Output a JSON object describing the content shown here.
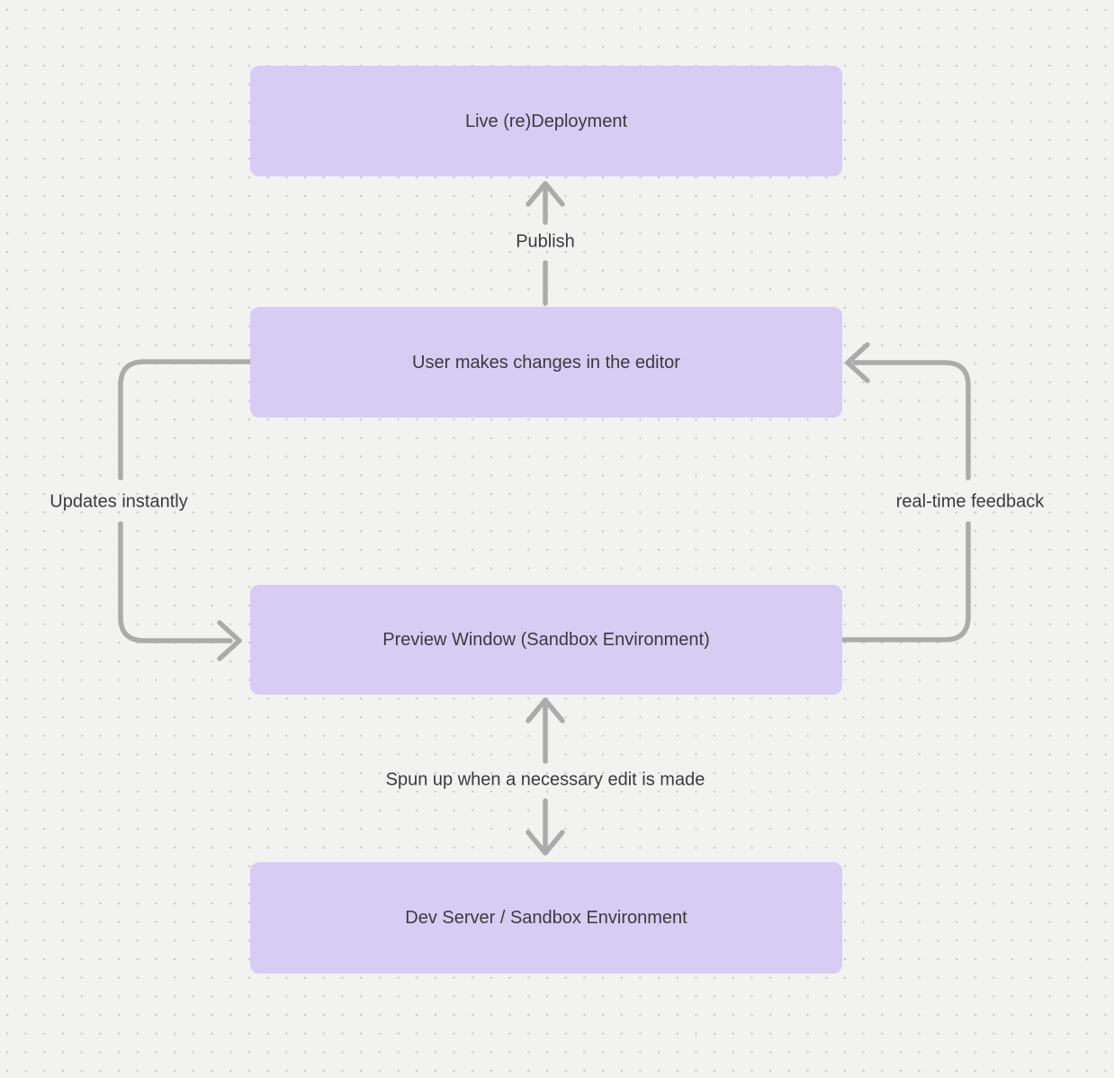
{
  "diagram": {
    "nodes": [
      {
        "id": "live-deployment",
        "label": "Live (re)Deployment"
      },
      {
        "id": "user-editor",
        "label": "User makes changes in the editor"
      },
      {
        "id": "preview-window",
        "label": "Preview Window (Sandbox Environment)"
      },
      {
        "id": "dev-server",
        "label": "Dev Server / Sandbox Environment"
      }
    ],
    "edges": [
      {
        "id": "publish",
        "label": "Publish",
        "from": "user-editor",
        "to": "live-deployment",
        "direction": "up"
      },
      {
        "id": "updates-instantly",
        "label": "Updates instantly",
        "from": "user-editor",
        "to": "preview-window",
        "direction": "left-loop"
      },
      {
        "id": "real-time-feedback",
        "label": "real-time feedback",
        "from": "preview-window",
        "to": "user-editor",
        "direction": "right-loop"
      },
      {
        "id": "spun-up",
        "label": "Spun up when a necessary edit is made",
        "from": "preview-window",
        "to": "dev-server",
        "direction": "both"
      }
    ],
    "colors": {
      "background": "#F2F2F1",
      "grid_dot": "#C8C8C8",
      "node_fill": "#D7CDF3",
      "node_text": "#3A3A40",
      "arrow": "#ABABAB"
    }
  }
}
